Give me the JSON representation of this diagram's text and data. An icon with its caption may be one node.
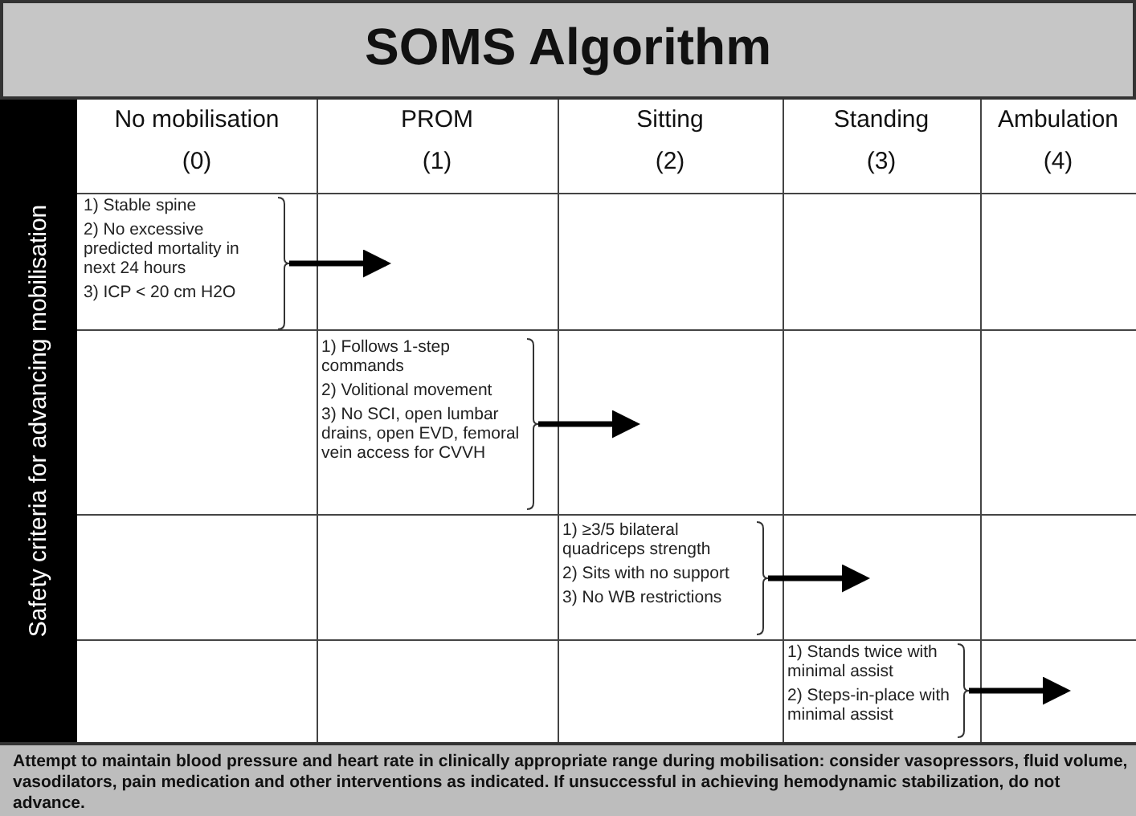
{
  "diagram": {
    "title": "SOMS Algorithm",
    "nodes": [
      {
        "text": [
          "1) Stable spine",
          "2) No excessive predicted mortality in next 24 hours",
          "3) ICP < 20 cm H2O"
        ]
      },
      {
        "text": [
          "1) Follows 1-step commands",
          "2) Volitional movement",
          "3) No SCI, open lumbar drains, open EVD, femoral vein access for CVVH"
        ]
      },
      {
        "text": [
          "1) ≥3/5 bilateral quadriceps strength",
          "2) Sits with no support",
          "3) No WB restrictions"
        ]
      },
      {
        "text": [
          "1) Stands twice with minimal assist",
          "2) Steps-in-place with minimal assist"
        ]
      }
    ],
    "edges": [
      {
        "from": 0,
        "to": null,
        "arrow": "to"
      },
      {
        "from": 1,
        "to": null,
        "arrow": "to"
      },
      {
        "from": 2,
        "to": null,
        "arrow": "to"
      },
      {
        "from": 3,
        "to": null,
        "arrow": "to"
      }
    ],
    "labels": [
      "No mobilisation",
      "(0)",
      "PROM",
      "(1)",
      "Sitting",
      "(2)",
      "Standing",
      "(3)",
      "Ambulation",
      "(4)",
      "Safety criteria for advancing mobilisation",
      "Attempt to maintain blood pressure and heart rate in clinically appropriate range during mobilisation: consider vasopressors, fluid volume, vasodilators, pain medication and other interventions as indicated. If unsuccessful in achieving hemodynamic stabilization, do not advance."
    ]
  }
}
